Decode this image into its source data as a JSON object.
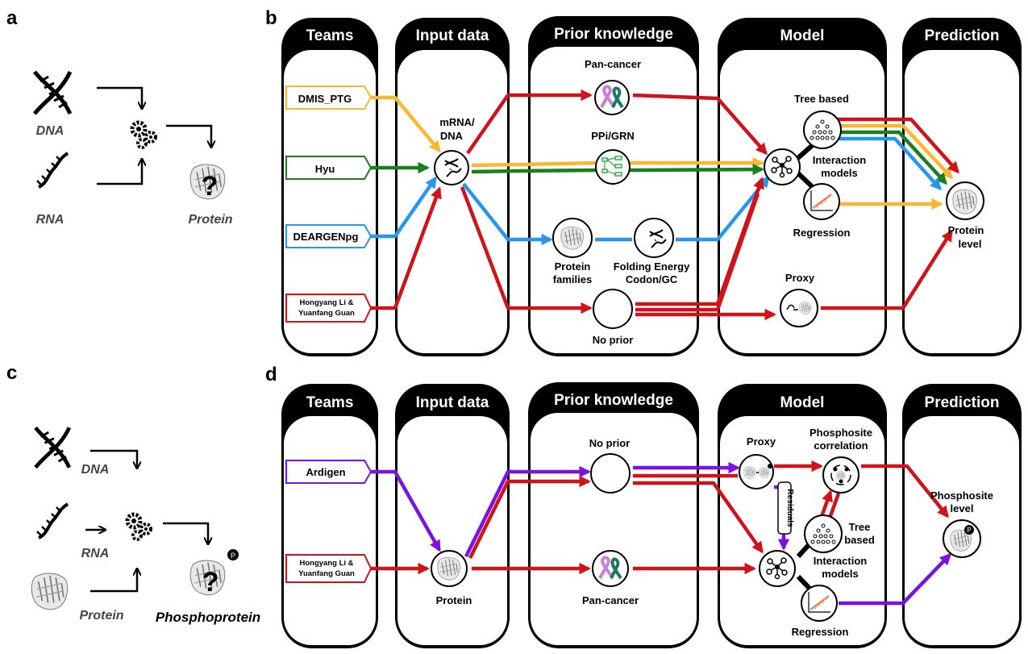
{
  "panels": {
    "a": {
      "letter": "a",
      "dna": "DNA",
      "rna": "RNA",
      "protein": "Protein"
    },
    "b": {
      "letter": "b",
      "headers": [
        "Teams",
        "Input data",
        "Prior knowledge",
        "Model",
        "Prediction"
      ],
      "teams": [
        "DMIS_PTG",
        "Hyu",
        "DEARGENpg"
      ],
      "team_multi": [
        "Hongyang Li &",
        "Yuanfang Guan"
      ],
      "input_label": [
        "mRNA/",
        "DNA"
      ],
      "priors": {
        "pan_cancer": "Pan-cancer",
        "ppi": "PPi/GRN",
        "families": [
          "Protein",
          "families"
        ],
        "folding": [
          "Folding Energy",
          "Codon/GC"
        ],
        "no_prior": "No prior"
      },
      "models": {
        "tree": "Tree based",
        "interaction": [
          "Interaction",
          "models"
        ],
        "regression": "Regression",
        "proxy": "Proxy"
      },
      "prediction": [
        "Protein",
        "level"
      ]
    },
    "c": {
      "letter": "c",
      "dna": "DNA",
      "rna": "RNA",
      "protein": "Protein",
      "phospho": "Phosphoprotein",
      "p": "P"
    },
    "d": {
      "letter": "d",
      "headers": [
        "Teams",
        "Input data",
        "Prior knowledge",
        "Model",
        "Prediction"
      ],
      "teams": [
        "Ardigen"
      ],
      "team_multi": [
        "Hongyang Li &",
        "Yuanfang Guan"
      ],
      "input_label": "Protein",
      "priors": {
        "no_prior": "No prior",
        "pan_cancer": "Pan-cancer"
      },
      "models": {
        "proxy": "Proxy",
        "phosphosite": [
          "Phosphosite",
          "correlation"
        ],
        "residuals": "Residuals",
        "tree": [
          "Tree",
          "based"
        ],
        "interaction": [
          "Interaction",
          "models"
        ],
        "regression": "Regression"
      },
      "prediction": [
        "Phosphosite",
        "level"
      ],
      "p": "P"
    }
  },
  "colors": {
    "red": "#d0121b",
    "orange": "#fbb731",
    "green": "#1a7f1f",
    "blue": "#2797ee",
    "purple": "#7c12e0",
    "black": "#000000"
  }
}
